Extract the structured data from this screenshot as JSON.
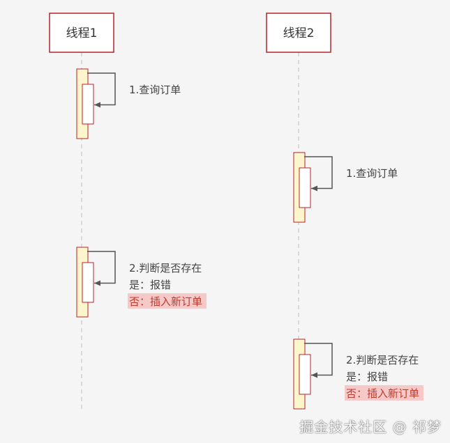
{
  "colors": {
    "background": "#f5f5f5",
    "participant_border": "#b5242a",
    "participant_fill": "#ffffff",
    "activation_fill": "#fdf6cc",
    "lifeline": "#bdbdbd",
    "arrow": "#555555",
    "text": "#444444",
    "highlight_bg": "#f6c9c9",
    "highlight_text": "#c0392b"
  },
  "participants": [
    {
      "id": "t1",
      "label": "线程1"
    },
    {
      "id": "t2",
      "label": "线程2"
    }
  ],
  "messages": [
    {
      "participant": "t1",
      "lines": [
        {
          "text": "1.查询订单",
          "highlight": false
        }
      ]
    },
    {
      "participant": "t2",
      "lines": [
        {
          "text": "1.查询订单",
          "highlight": false
        }
      ]
    },
    {
      "participant": "t1",
      "lines": [
        {
          "text": "2.判断是否存在",
          "highlight": false
        },
        {
          "text": "是：报错",
          "highlight": false
        },
        {
          "text": "否：插入新订单",
          "highlight": true
        }
      ]
    },
    {
      "participant": "t2",
      "lines": [
        {
          "text": "2.判断是否存在",
          "highlight": false
        },
        {
          "text": "是：报错",
          "highlight": false
        },
        {
          "text": "否：插入新订单",
          "highlight": true
        }
      ]
    }
  ],
  "watermark": "掘金技术社区 @ 祁梦"
}
